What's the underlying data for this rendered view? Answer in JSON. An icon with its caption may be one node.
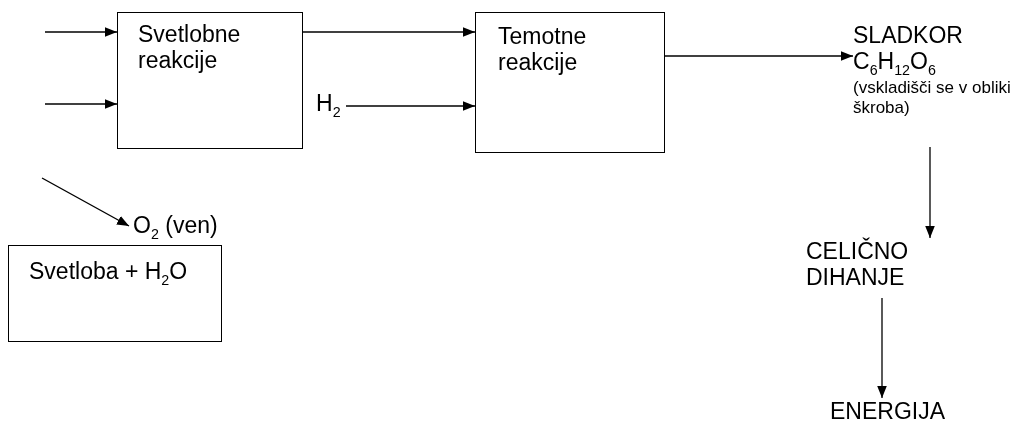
{
  "diagram": {
    "nodes": [
      {
        "text": [
          "Svetlobne reakcije"
        ]
      },
      {
        "text": [
          "H$_{2}$"
        ]
      },
      {
        "text": [
          "Temotne reakcije"
        ]
      },
      {
        "text": [
          "SLADKOR",
          "C$_{6}$H$_{12}$O$_{6}$",
          "(vskladišči se v obliki škroba)"
        ]
      },
      {
        "text": [
          "O$_{2}$ (ven)"
        ]
      },
      {
        "text": [
          "Svetloba + H$_{2}$O"
        ]
      },
      {
        "text": [
          "CELIČNO DIHANJE"
        ]
      },
      {
        "text": [
          "ENERGIJA"
        ]
      }
    ],
    "edges": [
      {
        "from": null,
        "to": 0,
        "arrow": "to"
      },
      {
        "from": null,
        "to": 0,
        "arrow": "to"
      },
      {
        "from": 0,
        "to": 2,
        "arrow": "to"
      },
      {
        "from": 1,
        "to": 2,
        "arrow": "to"
      },
      {
        "from": 2,
        "to": 3,
        "arrow": "to"
      },
      {
        "from": null,
        "to": 4,
        "arrow": "to"
      },
      {
        "from": 3,
        "to": 6,
        "arrow": "to"
      },
      {
        "from": 6,
        "to": 7,
        "arrow": "to"
      }
    ]
  }
}
